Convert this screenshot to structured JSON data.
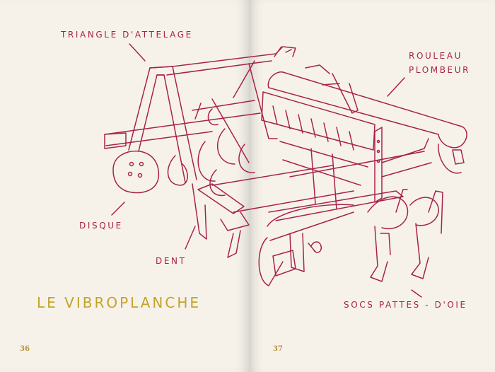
{
  "title": "LE VIBROPLANCHE",
  "labels": {
    "triangle": "TRIANGLE D'ATTELAGE",
    "rouleau_line1": "ROULEAU",
    "rouleau_line2": "PLOMBEUR",
    "disque": "DISQUE",
    "dent": "DENT",
    "socs": "SOCS PATTES - D'OIE"
  },
  "folios": {
    "left": "36",
    "right": "37"
  },
  "colors": {
    "ink": "#a8224a",
    "title": "#c2a42a",
    "paper": "#f6f2ea"
  }
}
